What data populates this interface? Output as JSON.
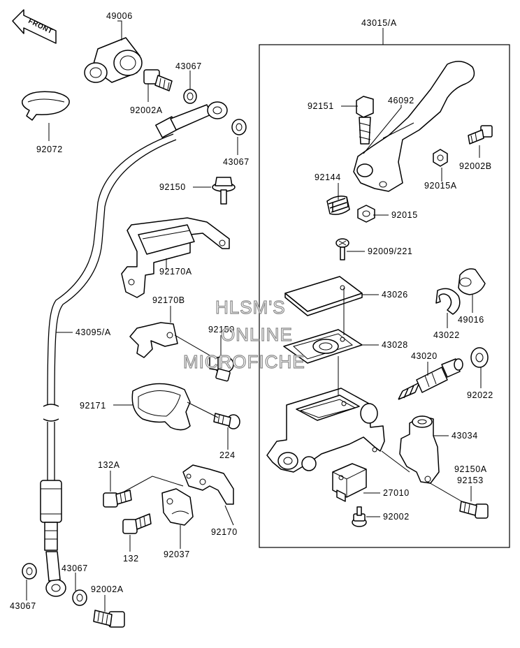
{
  "front_label": "FRONT",
  "labels": {
    "p49006": "49006",
    "p43015a": "43015/A",
    "p43067_top": "43067",
    "p92002a_top": "92002A",
    "p92072": "92072",
    "p43067_mid": "43067",
    "p92151": "92151",
    "p46092": "46092",
    "p92002b": "92002B",
    "p92150_top": "92150",
    "p92144": "92144",
    "p92015a": "92015A",
    "p92015": "92015",
    "p92170a": "92170A",
    "p92009_221": "92009/221",
    "p92170b": "92170B",
    "p43026": "43026",
    "p49016": "49016",
    "p43022": "43022",
    "p43095a": "43095/A",
    "p92150_mid": "92150",
    "p43028": "43028",
    "p43020": "43020",
    "p92022": "92022",
    "p92171": "92171",
    "p224": "224",
    "p43034": "43034",
    "p132a": "132A",
    "p92150a": "92150A",
    "p92153": "92153",
    "p27010": "27010",
    "p92170": "92170",
    "p92002_bot": "92002",
    "p132": "132",
    "p92037": "92037",
    "p43067_bot1": "43067",
    "p43067_bot2": "43067",
    "p92002a_bot": "92002A"
  },
  "watermark": {
    "line1": "HLSM'S",
    "line2": "ONLINE",
    "line3": "MICROFICHE"
  }
}
